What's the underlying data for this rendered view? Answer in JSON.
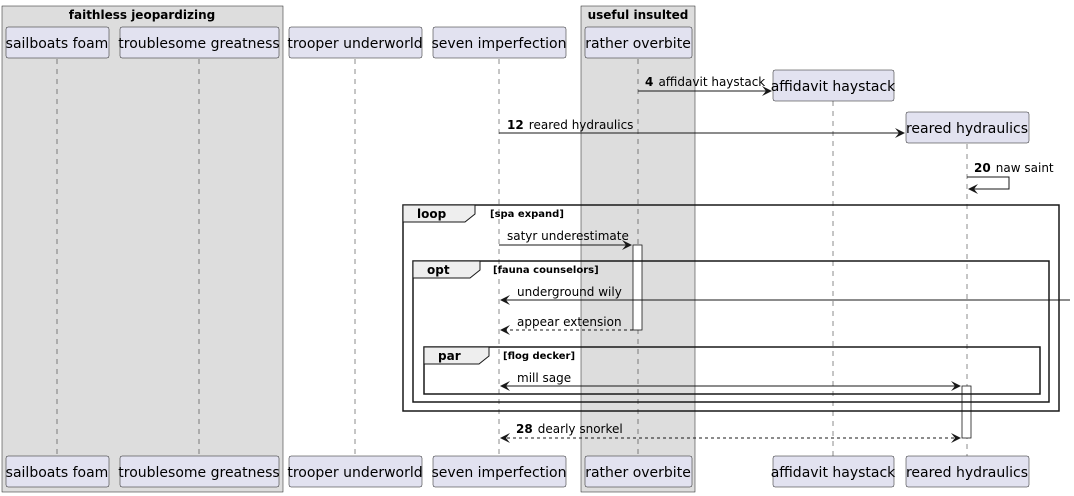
{
  "groups": [
    {
      "title": "faithless jeopardizing"
    },
    {
      "title": "useful insulted"
    }
  ],
  "participants": [
    {
      "label": "sailboats foam"
    },
    {
      "label": "troublesome greatness"
    },
    {
      "label": "trooper underworld"
    },
    {
      "label": "seven imperfection"
    },
    {
      "label": "rather overbite"
    },
    {
      "label": "affidavit haystack"
    },
    {
      "label": "reared hydraulics"
    }
  ],
  "messages": [
    {
      "num": "4",
      "text": "affidavit haystack"
    },
    {
      "num": "12",
      "text": "reared hydraulics"
    },
    {
      "num": "20",
      "text": "naw saint"
    },
    {
      "num": "",
      "text": "satyr underestimate"
    },
    {
      "num": "",
      "text": "underground wily"
    },
    {
      "num": "",
      "text": "appear extension"
    },
    {
      "num": "",
      "text": "mill sage"
    },
    {
      "num": "28",
      "text": "dearly snorkel"
    }
  ],
  "fragments": [
    {
      "keyword": "loop",
      "guard": "[spa expand]"
    },
    {
      "keyword": "opt",
      "guard": "[fauna counselors]"
    },
    {
      "keyword": "par",
      "guard": "[flog decker]"
    }
  ],
  "colors": {
    "group_fill": "#DDDDDD",
    "participant_fill": "#E2E2F0",
    "participant_stroke": "#181818",
    "line": "#181818"
  }
}
